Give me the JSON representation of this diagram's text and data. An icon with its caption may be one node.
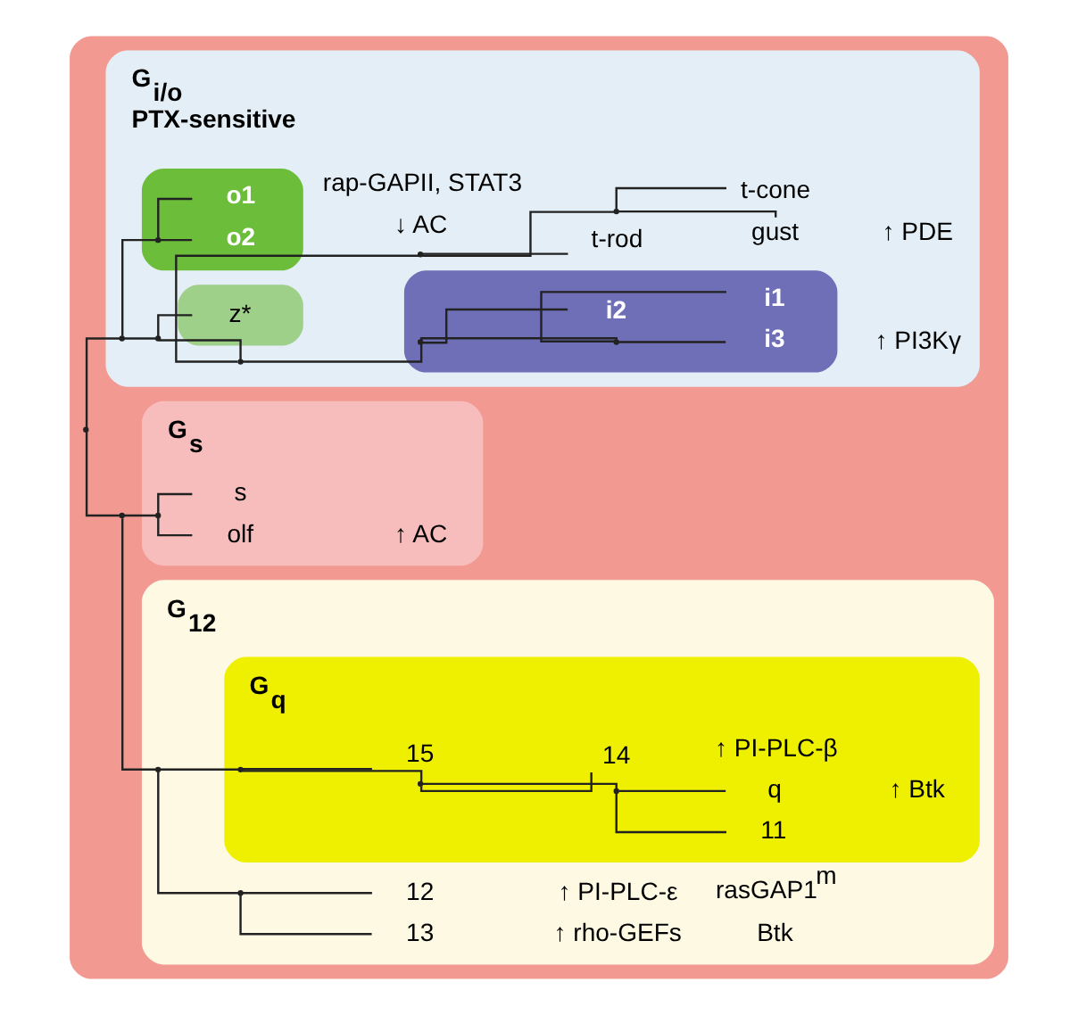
{
  "diagram": {
    "nodes": [
      {
        "text": [],
        "shape": "box"
      },
      {
        "text": [
          "G$_{s}$"
        ],
        "in": 0
      },
      {
        "text": [
          "s"
        ],
        "in": 1
      },
      {
        "text": [
          "olf"
        ],
        "in": 1
      },
      {
        "text": [
          "G$_{12}$"
        ],
        "in": 0
      },
      {
        "text": [
          "G$_{q}$"
        ],
        "in": 4
      },
      {
        "text": [
          "q"
        ],
        "in": 5
      },
      {
        "text": [
          "11"
        ],
        "in": 5
      },
      {
        "text": [
          "14"
        ],
        "in": 5
      },
      {
        "text": [
          "15"
        ],
        "in": 5
      },
      {
        "text": [
          "12"
        ],
        "in": 4
      },
      {
        "text": [
          "13"
        ],
        "in": 4
      },
      {
        "text": [
          "G$_{i/o}$",
          "PTX-sensitive"
        ],
        "in": 0
      },
      {
        "text": [
          "t-rod"
        ],
        "in": 12
      },
      {
        "text": [
          "gust"
        ],
        "in": 12
      },
      {
        "text": [
          "t-cone"
        ],
        "in": 12
      },
      {
        "text": [],
        "shape": "box",
        "in": 12
      },
      {
        "text": [
          "i1"
        ],
        "in": 16
      },
      {
        "text": [
          "i3"
        ],
        "in": 16
      },
      {
        "text": [
          "i2"
        ],
        "in": 16
      },
      {
        "text": [],
        "shape": "box",
        "in": 12
      },
      {
        "text": [
          "z*"
        ],
        "in": 20
      },
      {
        "text": [],
        "shape": "box",
        "in": 12
      },
      {
        "text": [
          "o1"
        ],
        "in": 22
      },
      {
        "text": [
          "o2"
        ],
        "in": 22
      },
      {
        "text": [],
        "shape": "point",
        "in": 0
      },
      {
        "text": [],
        "shape": "point",
        "in": 0
      },
      {
        "text": [],
        "shape": "point",
        "in": 1
      },
      {
        "text": [],
        "shape": "point",
        "in": 4
      },
      {
        "text": [],
        "shape": "point",
        "in": 5
      },
      {
        "text": [],
        "shape": "point",
        "in": 5
      },
      {
        "text": [],
        "shape": "point",
        "in": 5
      },
      {
        "text": [],
        "shape": "point",
        "in": 4
      },
      {
        "text": [],
        "shape": "point",
        "in": 12
      },
      {
        "text": [],
        "shape": "point",
        "in": 12
      },
      {
        "text": [],
        "shape": "point",
        "in": 12
      },
      {
        "text": [],
        "shape": "point",
        "in": 12
      },
      {
        "text": [],
        "shape": "point",
        "in": 12
      },
      {
        "text": [],
        "shape": "point",
        "in": 16
      },
      {
        "text": [],
        "shape": "point",
        "in": 16
      },
      {
        "text": [],
        "shape": "point",
        "in": 22
      }
    ],
    "edges": [
      {
        "from": 25,
        "to": 26,
        "arrow": "none"
      },
      {
        "from": 25,
        "to": 33,
        "arrow": "none"
      },
      {
        "from": 26,
        "to": 27,
        "arrow": "none"
      },
      {
        "from": 26,
        "to": 28,
        "arrow": "none"
      },
      {
        "from": 27,
        "to": 2,
        "arrow": "none"
      },
      {
        "from": 27,
        "to": 3,
        "arrow": "none"
      },
      {
        "from": 28,
        "to": 29,
        "arrow": "none"
      },
      {
        "from": 28,
        "to": 32,
        "arrow": "none"
      },
      {
        "from": 29,
        "to": 30,
        "arrow": "none"
      },
      {
        "from": 29,
        "to": 9,
        "arrow": "none"
      },
      {
        "from": 30,
        "to": 31,
        "arrow": "none"
      },
      {
        "from": 30,
        "to": 8,
        "arrow": "none"
      },
      {
        "from": 31,
        "to": 6,
        "arrow": "none"
      },
      {
        "from": 31,
        "to": 7,
        "arrow": "none"
      },
      {
        "from": 32,
        "to": 10,
        "arrow": "none"
      },
      {
        "from": 32,
        "to": 11,
        "arrow": "none"
      },
      {
        "from": 33,
        "to": 34,
        "arrow": "none"
      },
      {
        "from": 33,
        "to": 40,
        "arrow": "none"
      },
      {
        "from": 34,
        "to": 35,
        "arrow": "none"
      },
      {
        "from": 34,
        "to": 21,
        "arrow": "none"
      },
      {
        "from": 35,
        "to": 36,
        "arrow": "none"
      },
      {
        "from": 35,
        "to": 38,
        "arrow": "none"
      },
      {
        "from": 36,
        "to": 13,
        "arrow": "none"
      },
      {
        "from": 36,
        "to": 37,
        "arrow": "none"
      },
      {
        "from": 37,
        "to": 14,
        "arrow": "none"
      },
      {
        "from": 37,
        "to": 15,
        "arrow": "none"
      },
      {
        "from": 38,
        "to": 39,
        "arrow": "none"
      },
      {
        "from": 38,
        "to": 19,
        "arrow": "none"
      },
      {
        "from": 39,
        "to": 17,
        "arrow": "none"
      },
      {
        "from": 39,
        "to": 18,
        "arrow": "none"
      },
      {
        "from": 40,
        "to": 23,
        "arrow": "none"
      },
      {
        "from": 40,
        "to": 24,
        "arrow": "none"
      }
    ],
    "labels": [
      "↑ AC",
      "↑ Btk",
      "↑ PI-PLC-β",
      "↑ PI-PLC-ε",
      "rasGAP1$^{m}$",
      "Btk",
      "↑ rho-GEFs",
      "↑ PDE",
      "↑ PI3Kγ",
      "↓ AC",
      "rap-GAPII, STAT3"
    ]
  }
}
